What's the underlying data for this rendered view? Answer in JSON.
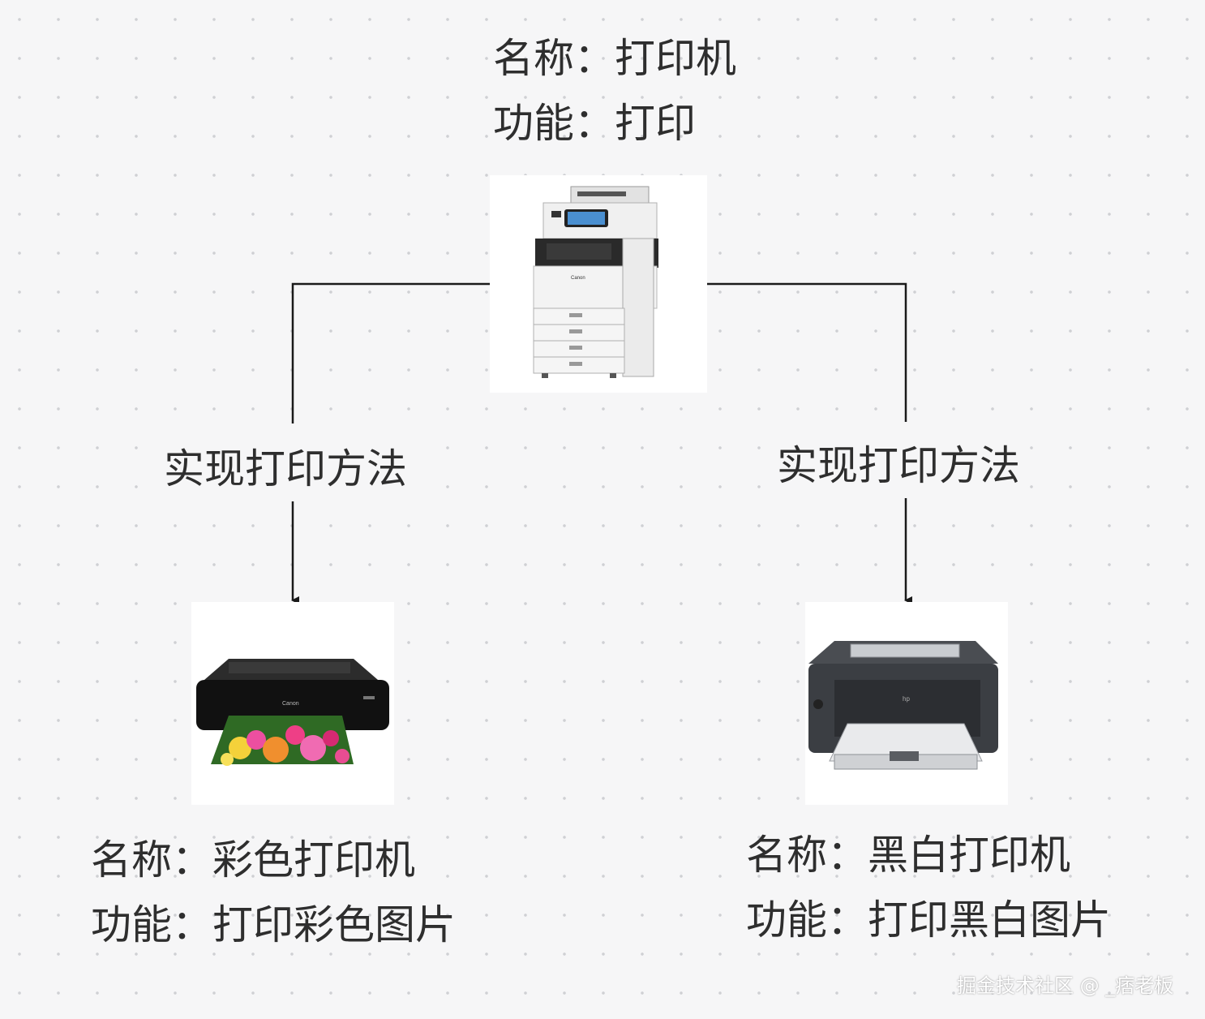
{
  "top": {
    "name_key": "名称",
    "name_value": "打印机",
    "func_key": "功能",
    "func_value": "打印"
  },
  "edges": {
    "left_label": "实现打印方法",
    "right_label": "实现打印方法"
  },
  "left": {
    "name_key": "名称",
    "name_value": "彩色打印机",
    "func_key": "功能",
    "func_value": "打印彩色图片"
  },
  "right": {
    "name_key": "名称",
    "name_value": "黑白打印机",
    "func_key": "功能",
    "func_value": "打印黑白图片"
  },
  "printer_brands": {
    "top": "Canon",
    "left": "Canon",
    "right": "hp"
  },
  "watermark": "掘金技术社区 @ _痞老板",
  "colors": {
    "background": "#f6f6f7",
    "line": "#1a1a1a",
    "text": "#2e2e2e"
  }
}
